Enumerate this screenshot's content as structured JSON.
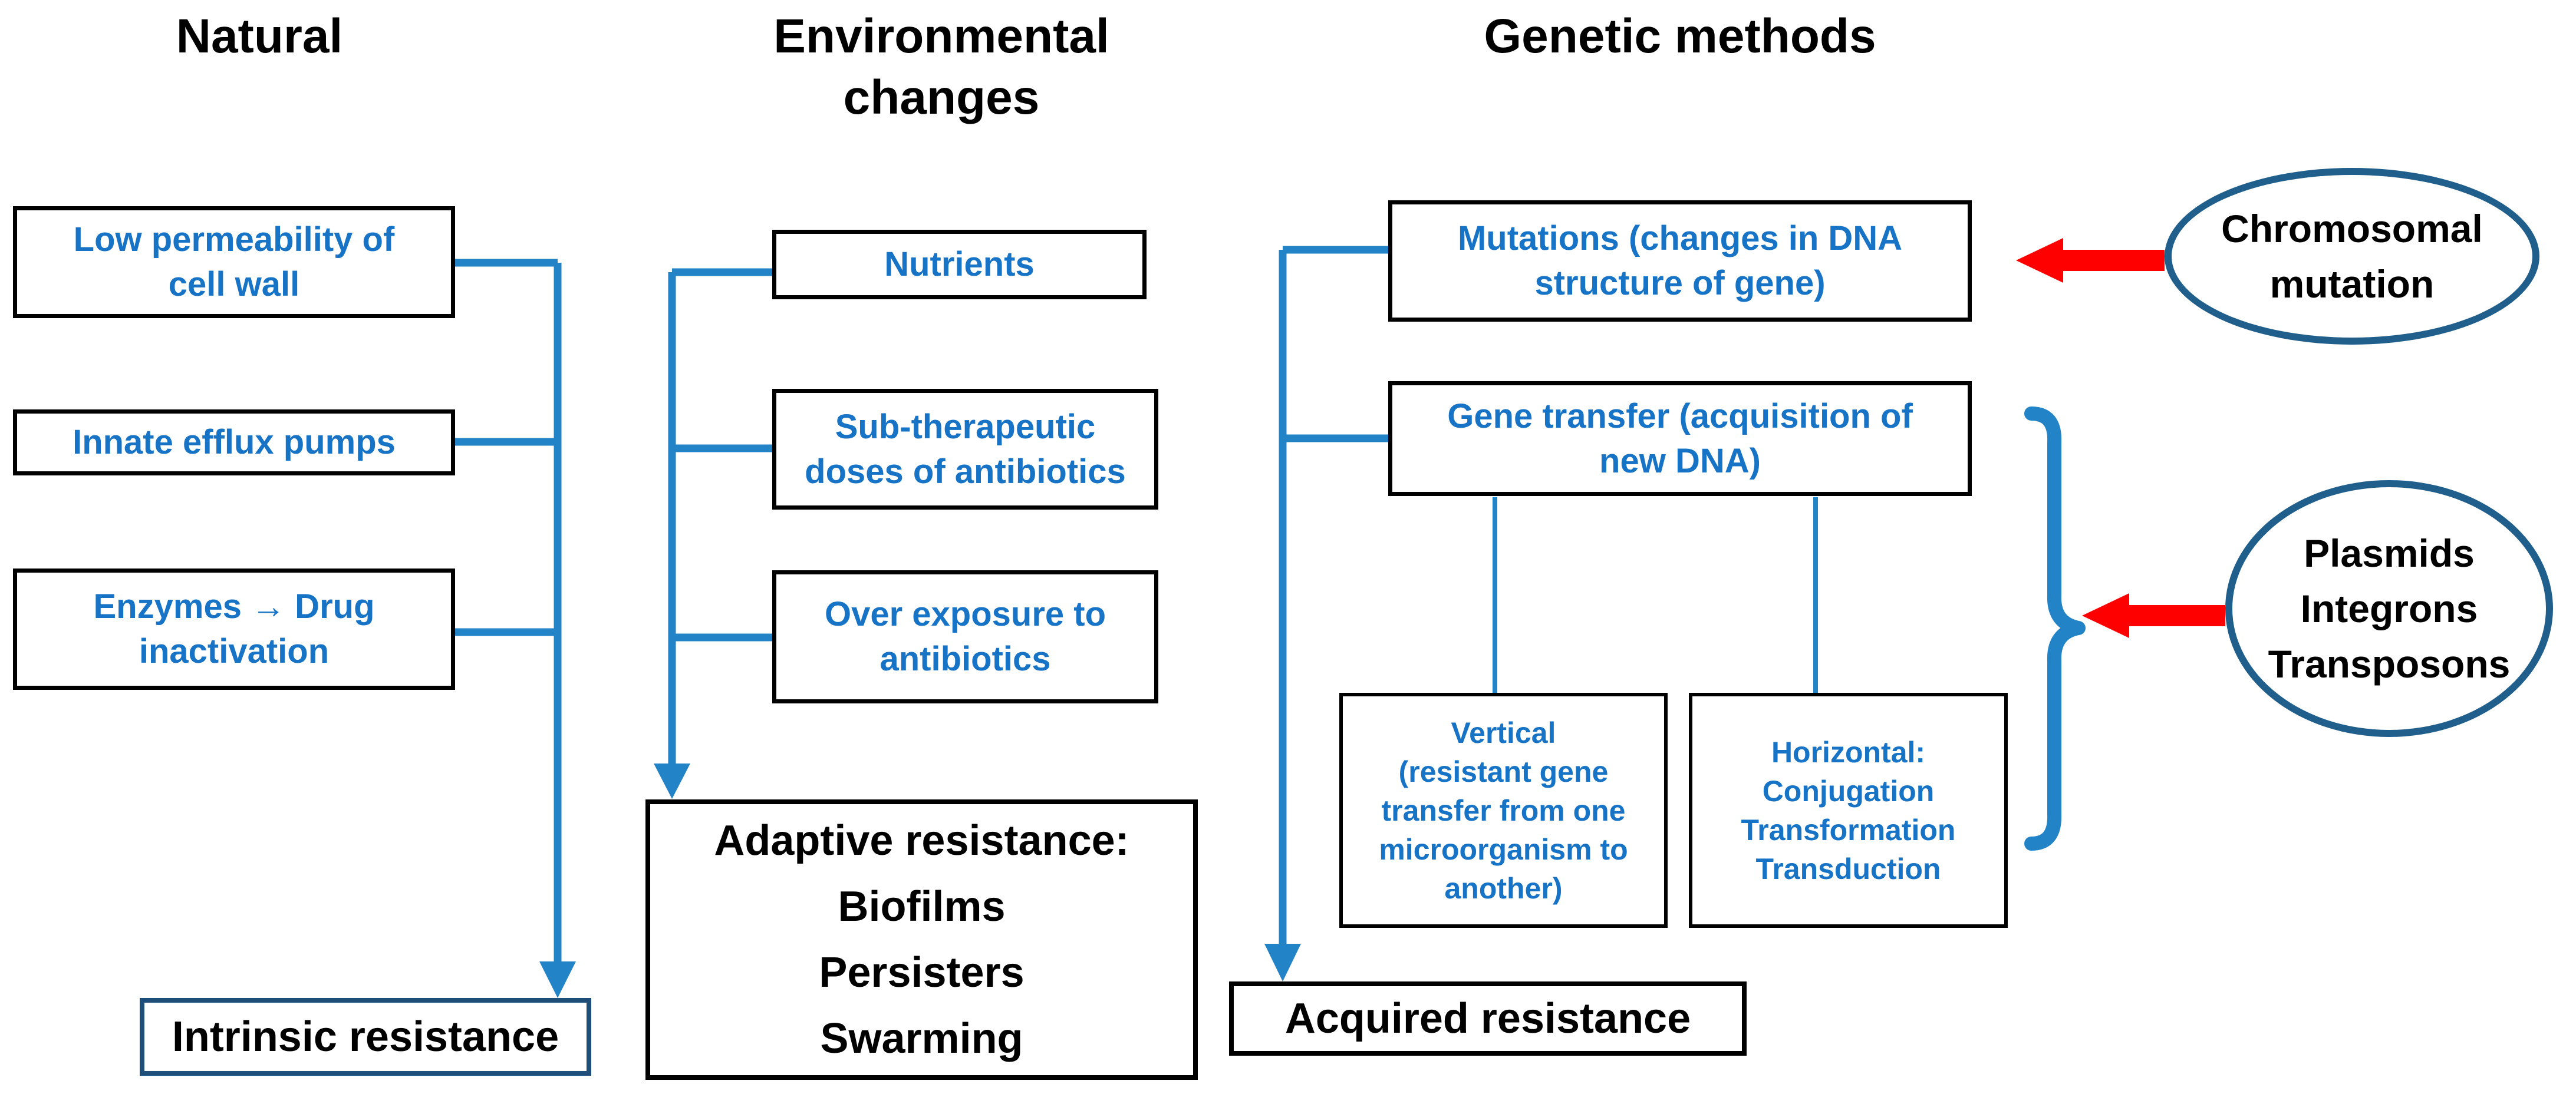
{
  "colors": {
    "box_text_blue": "#1673C5",
    "connector_blue": "#2283C6",
    "ellipse_border": "#205E8C",
    "intrinsic_border": "#1F4E79",
    "box_border_black": "#000000",
    "text_black": "#000000",
    "red_arrow": "#FF0000"
  },
  "columns": {
    "natural": {
      "title": "Natural",
      "boxes": [
        {
          "lines": [
            "Low permeability of",
            "cell wall"
          ]
        },
        {
          "lines": [
            "Innate efflux pumps"
          ]
        },
        {
          "lines": [
            "Enzymes → Drug",
            "inactivation"
          ]
        }
      ],
      "result": {
        "lines": [
          "Intrinsic resistance"
        ]
      }
    },
    "environmental": {
      "title_lines": [
        "Environmental",
        "changes"
      ],
      "boxes": [
        {
          "lines": [
            "Nutrients"
          ]
        },
        {
          "lines": [
            "Sub-therapeutic",
            "doses of antibiotics"
          ]
        },
        {
          "lines": [
            "Over exposure to",
            "antibiotics"
          ]
        }
      ],
      "result": {
        "lines": [
          "Adaptive resistance:",
          "Biofilms",
          "Persisters",
          "Swarming"
        ]
      }
    },
    "genetic": {
      "title": "Genetic methods",
      "boxes": [
        {
          "lines": [
            "Mutations (changes in DNA",
            "structure of gene)"
          ]
        },
        {
          "lines": [
            "Gene transfer (acquisition of",
            "new DNA)"
          ]
        }
      ],
      "sub_boxes": [
        {
          "lines": [
            "Vertical",
            "(resistant gene",
            "transfer from one",
            "microorganism to",
            "another)"
          ]
        },
        {
          "lines": [
            "Horizontal:",
            "Conjugation",
            "Transformation",
            "Transduction"
          ]
        }
      ],
      "result": {
        "lines": [
          "Acquired resistance"
        ]
      }
    }
  },
  "ellipses": {
    "chromosomal": {
      "lines": [
        "Chromosomal",
        "mutation"
      ]
    },
    "plasmids": {
      "lines": [
        "Plasmids",
        "Integrons",
        "Transposons"
      ]
    }
  }
}
